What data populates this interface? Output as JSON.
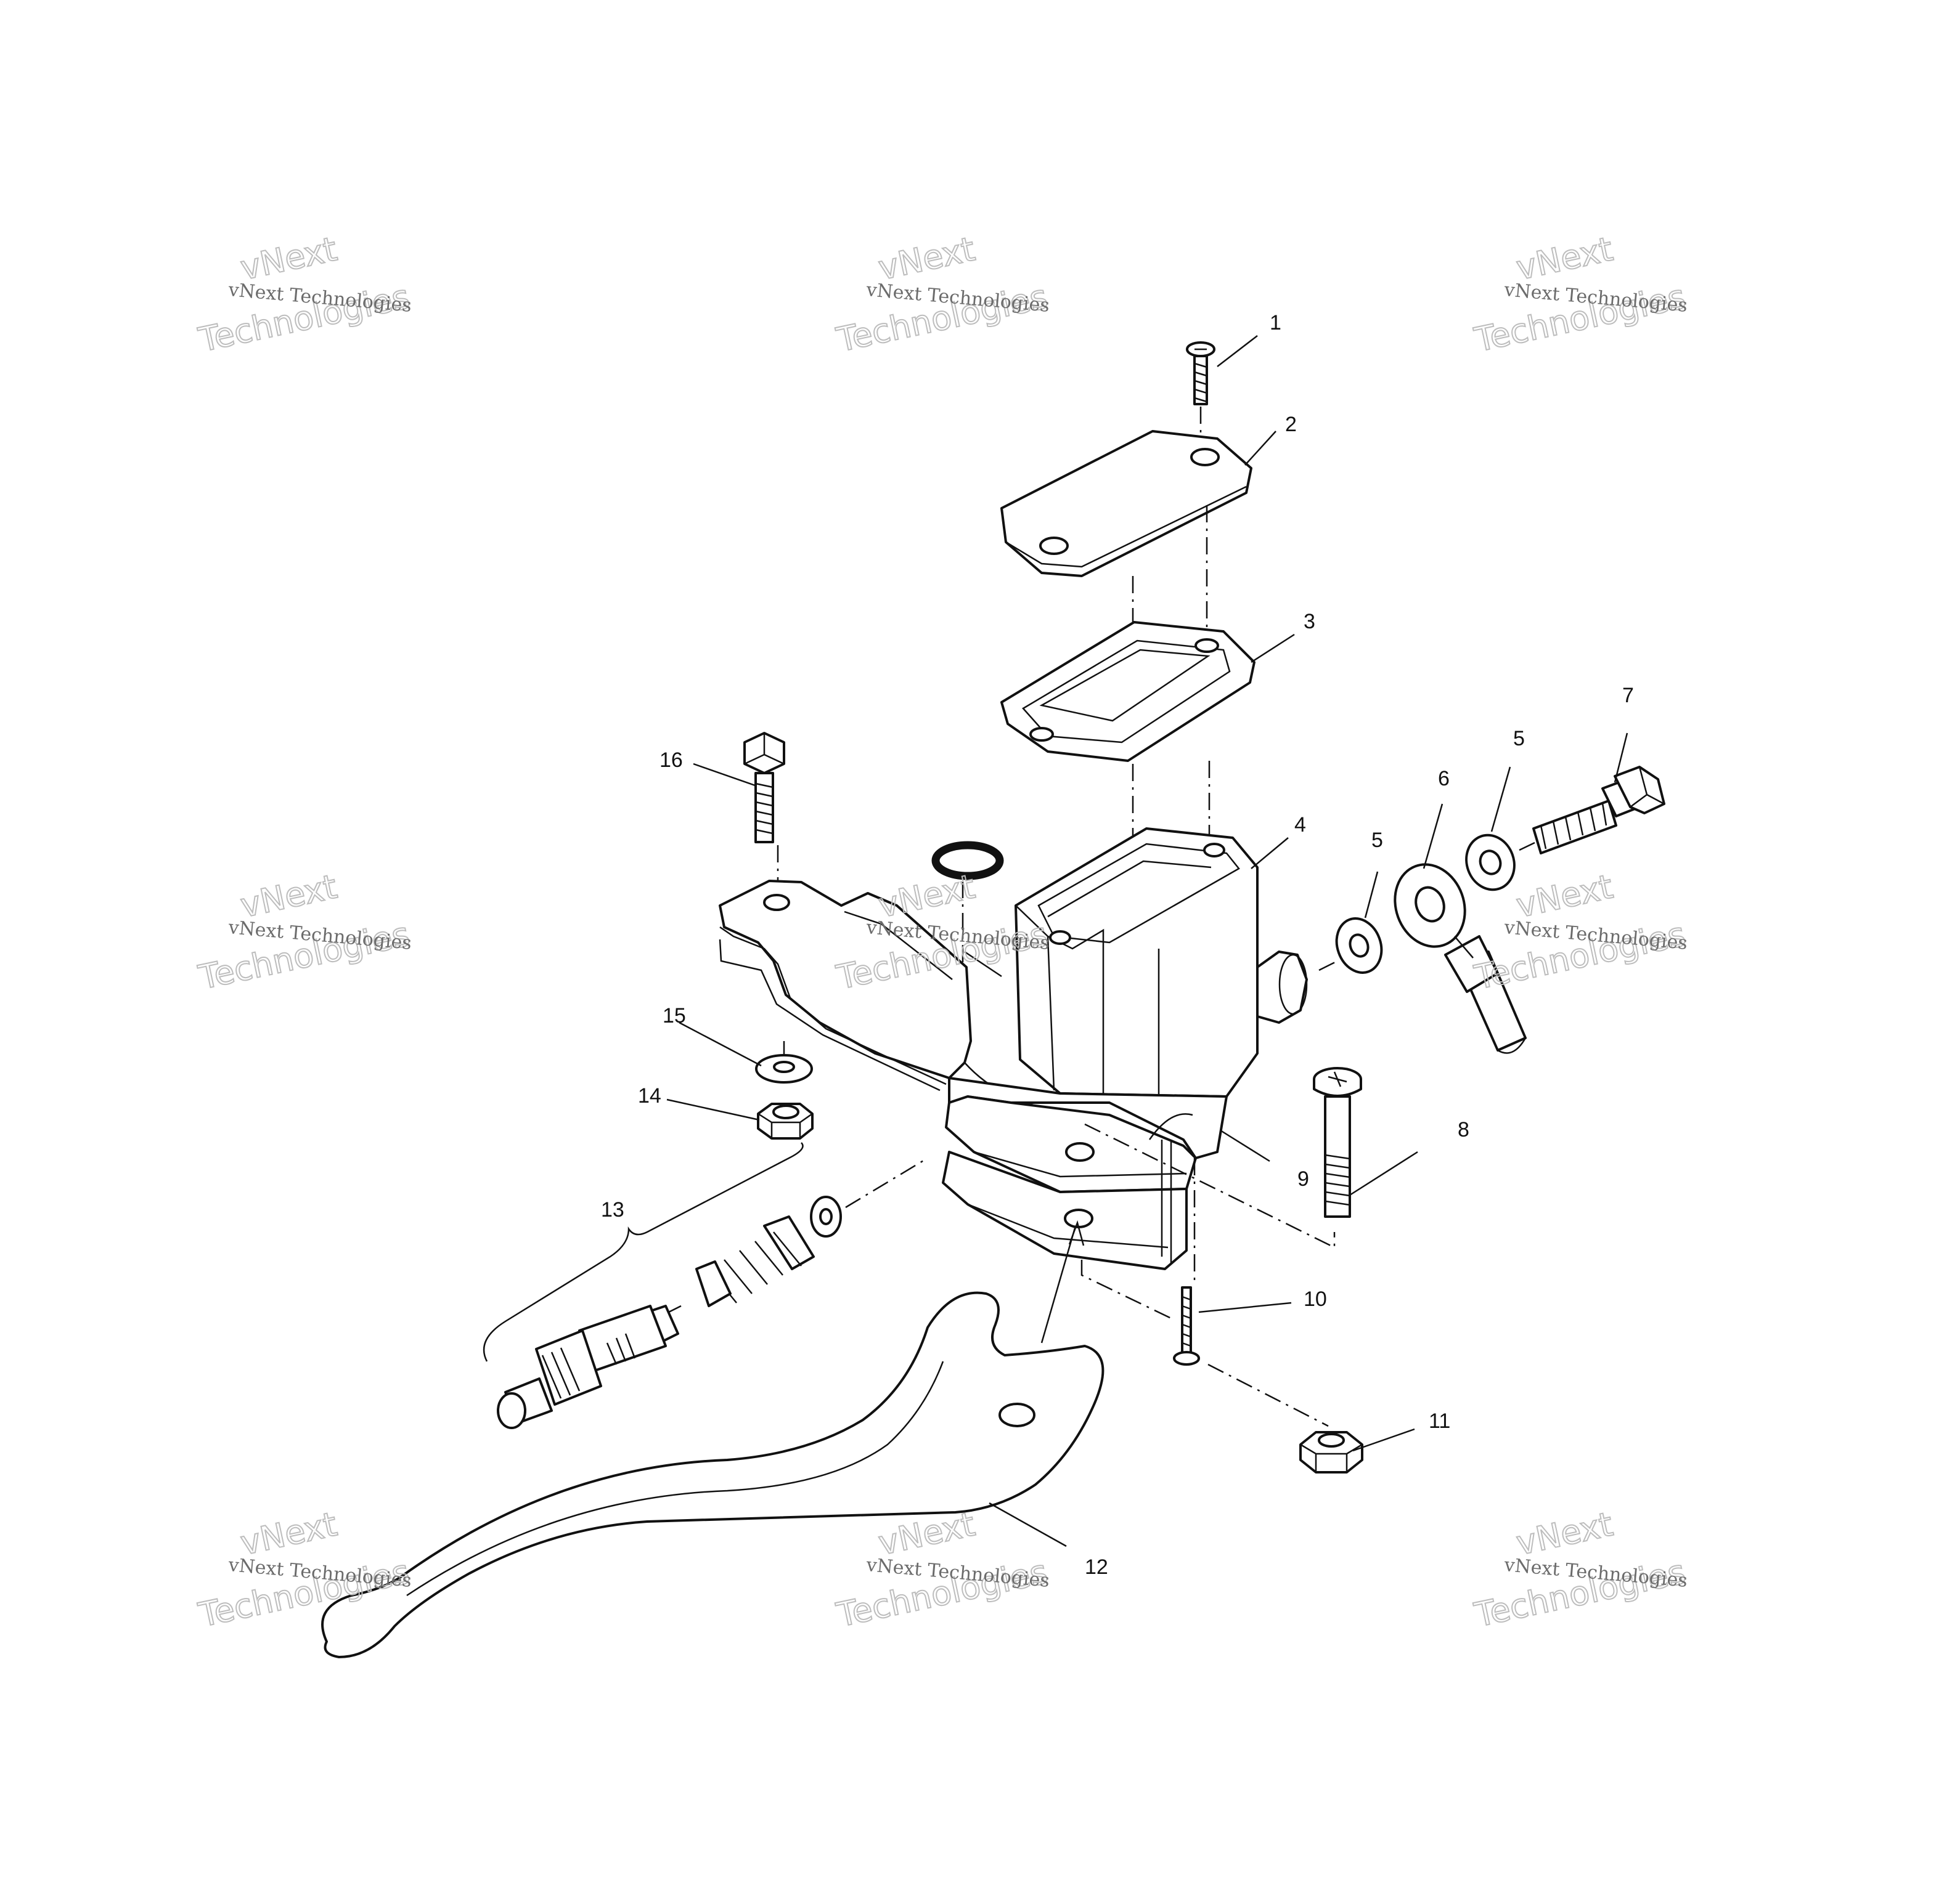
{
  "watermark": {
    "line1": "vNext Technologies",
    "line2a": "vNext",
    "line2b": "Technologies"
  },
  "callouts": {
    "c1": "1",
    "c2": "2",
    "c3": "3",
    "c4": "4",
    "c5a": "5",
    "c5b": "5",
    "c6": "6",
    "c7": "7",
    "c8": "8",
    "c9": "9",
    "c10": "10",
    "c11": "11",
    "c12": "12",
    "c13": "13",
    "c14": "14",
    "c15": "15",
    "c16": "16"
  },
  "colors": {
    "line": "#111111",
    "watermark_text": "#6b6b6b",
    "watermark_outline": "#bdbdbd",
    "background": "#ffffff"
  }
}
